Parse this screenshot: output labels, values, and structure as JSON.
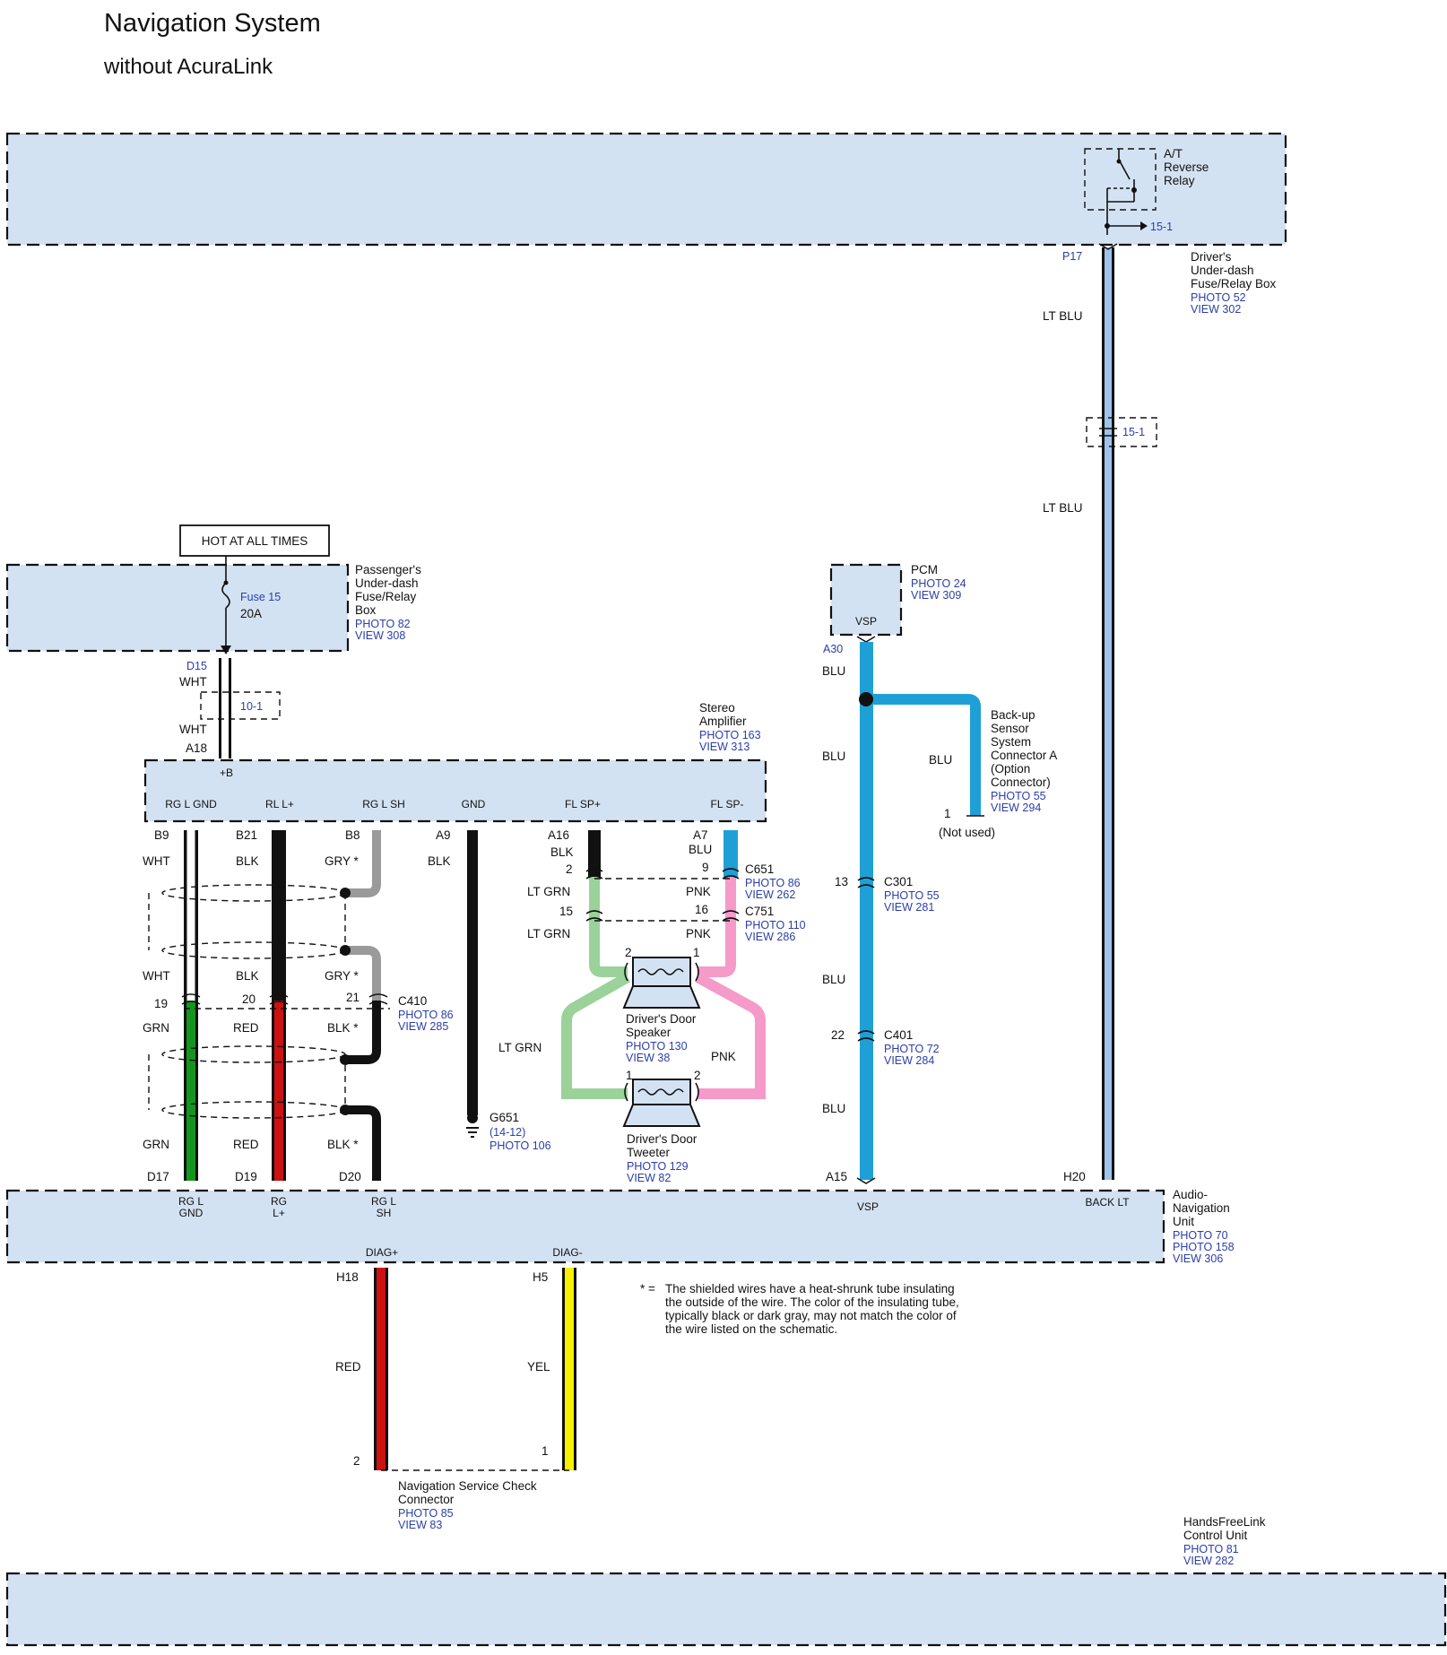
{
  "title": "Navigation System",
  "subtitle": "without AcuraLink",
  "relay": {
    "line1": "A/T",
    "line2": "Reverse",
    "line3": "Relay",
    "ref": "15-1"
  },
  "driver_box": {
    "line1": "Driver's",
    "line2": "Under-dash",
    "line3": "Fuse/Relay Box",
    "photo": "PHOTO 52",
    "view": "VIEW 302",
    "pin": "P17"
  },
  "wire_ltblu_top": "LT BLU",
  "wire_ltblu_bot": "LT BLU",
  "break_15_1": "15-1",
  "hot_label": "HOT AT ALL TIMES",
  "fuse": {
    "name": "Fuse 15",
    "rating": "20A"
  },
  "passenger_box": {
    "line1": "Passenger's",
    "line2": "Under-dash",
    "line3": "Fuse/Relay",
    "line4": "Box",
    "photo": "PHOTO 82",
    "view": "VIEW 308"
  },
  "pcm": {
    "name": "PCM",
    "photo": "PHOTO 24",
    "view": "VIEW 309",
    "pin_label": "VSP",
    "pin": "A30",
    "wire": "BLU"
  },
  "feed": {
    "pin_top": "D15",
    "wire_top": "WHT",
    "break": "10-1",
    "wire_bot": "WHT",
    "pin_bot": "A18"
  },
  "amp": {
    "line1": "Stereo",
    "line2": "Amplifier",
    "photo": "PHOTO 163",
    "view": "VIEW 313",
    "b_label": "+B",
    "pins": [
      "RG L GND",
      "RL L+",
      "RG L SH",
      "GND",
      "FL SP+",
      "FL SP-"
    ]
  },
  "amp_pins": {
    "b9": "B9",
    "b21": "B21",
    "b8": "B8",
    "a9": "A9",
    "a16": "A16",
    "a7": "A7"
  },
  "rg": {
    "wht1": "WHT",
    "blk1": "BLK",
    "gry1": "GRY *",
    "blk_gnd": "BLK",
    "wht2": "WHT",
    "blk2": "BLK",
    "gry2": "GRY *",
    "p19": "19",
    "p20": "20",
    "p21": "21",
    "grn1": "GRN",
    "red1": "RED",
    "blks1": "BLK *",
    "grn2": "GRN",
    "red2": "RED",
    "blks2": "BLK *",
    "d17": "D17",
    "d19": "D19",
    "d20": "D20"
  },
  "c410": {
    "name": "C410",
    "photo": "PHOTO 86",
    "view": "VIEW 285"
  },
  "g651": {
    "name": "G651",
    "sub": "(14-12)",
    "photo": "PHOTO 106"
  },
  "fl": {
    "blk": "BLK",
    "blu": "BLU",
    "p2": "2",
    "p9": "9",
    "ltgrn1": "LT GRN",
    "pnk1": "PNK",
    "p15": "15",
    "p16": "16",
    "ltgrn2": "LT GRN",
    "pnk2": "PNK",
    "ltgrn3": "LT GRN",
    "pnk3": "PNK",
    "spk_p2": "2",
    "spk_p1": "1",
    "tw_p1": "1",
    "tw_p2": "2"
  },
  "c651": {
    "name": "C651",
    "photo": "PHOTO 86",
    "view": "VIEW 262"
  },
  "c751": {
    "name": "C751",
    "photo": "PHOTO 110",
    "view": "VIEW 286"
  },
  "speaker": {
    "line1": "Driver's Door",
    "line2": "Speaker",
    "photo": "PHOTO 130",
    "view": "VIEW 38"
  },
  "tweeter": {
    "line1": "Driver's Door",
    "line2": "Tweeter",
    "photo": "PHOTO 129",
    "view": "VIEW 82"
  },
  "backup": {
    "line1": "Back-up",
    "line2": "Sensor",
    "line3": "System",
    "line4": "Connector A",
    "line5": "(Option",
    "line6": "Connector)",
    "photo": "PHOTO 55",
    "view": "VIEW 294",
    "wire": "BLU",
    "pin": "1",
    "note": "(Not used)"
  },
  "vsp": {
    "blu1": "BLU",
    "blu2": "BLU",
    "blu3": "BLU",
    "p13": "13",
    "p22": "22",
    "a15": "A15"
  },
  "c301": {
    "name": "C301",
    "photo": "PHOTO 55",
    "view": "VIEW 281"
  },
  "c401": {
    "name": "C401",
    "photo": "PHOTO 72",
    "view": "VIEW 284"
  },
  "h20": "H20",
  "nav_unit": {
    "line1": "Audio-",
    "line2": "Navigation",
    "line3": "Unit",
    "photo1": "PHOTO 70",
    "photo2": "PHOTO 158",
    "view": "VIEW 306",
    "pin_rglgnd1": "RG L",
    "pin_rglgnd2": "GND",
    "pin_rg1": "RG",
    "pin_rg2": "L+",
    "pin_rgsh1": "RG L",
    "pin_rgsh2": "SH",
    "pin_vsp": "VSP",
    "pin_backlt": "BACK LT",
    "diag_plus": "DIAG+",
    "diag_minus": "DIAG-"
  },
  "diag": {
    "h18": "H18",
    "h5": "H5",
    "red": "RED",
    "yel": "YEL",
    "p2": "2",
    "p1": "1"
  },
  "nav_check": {
    "line1": "Navigation Service Check",
    "line2": "Connector",
    "photo": "PHOTO 85",
    "view": "VIEW 83"
  },
  "note": {
    "star": "* =",
    "line1": "The shielded wires have a heat-shrunk tube insulating",
    "line2": "the outside of the wire. The color of the insulating tube,",
    "line3": "typically black or dark gray, may not match the color of",
    "line4": "the wire listed on the schematic."
  },
  "hfl": {
    "line1": "HandsFreeLink",
    "line2": "Control Unit",
    "photo": "PHOTO 81",
    "view": "VIEW 282"
  },
  "colors": {
    "box_fill": "#d3e2f3",
    "ref_text": "#2b3ea8",
    "lt_blu": "#9fc3ea",
    "blu": "#1ea0d6",
    "grn": "#15951f",
    "red": "#cc1111",
    "lt_grn": "#9ad29a",
    "pnk": "#f59ac9",
    "yel": "#f7f000",
    "gry": "#9a9a9a"
  }
}
